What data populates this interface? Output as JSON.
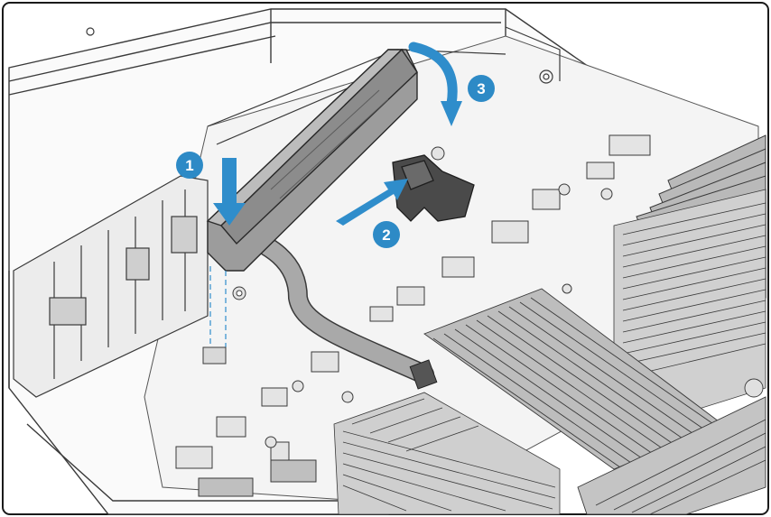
{
  "figure": {
    "callouts": [
      {
        "id": "1",
        "label": "1"
      },
      {
        "id": "2",
        "label": "2"
      },
      {
        "id": "3",
        "label": "3"
      }
    ]
  },
  "colors": {
    "callout_fill": "#2d8ac6",
    "arrow_fill": "#2f8dcb",
    "line_art": "#3a3a3a",
    "board_fill": "#f2f2f2",
    "module_fill": "#9a9a9a",
    "bracket_fill": "#4a4a4a",
    "frame_border": "#1a1a1a"
  }
}
